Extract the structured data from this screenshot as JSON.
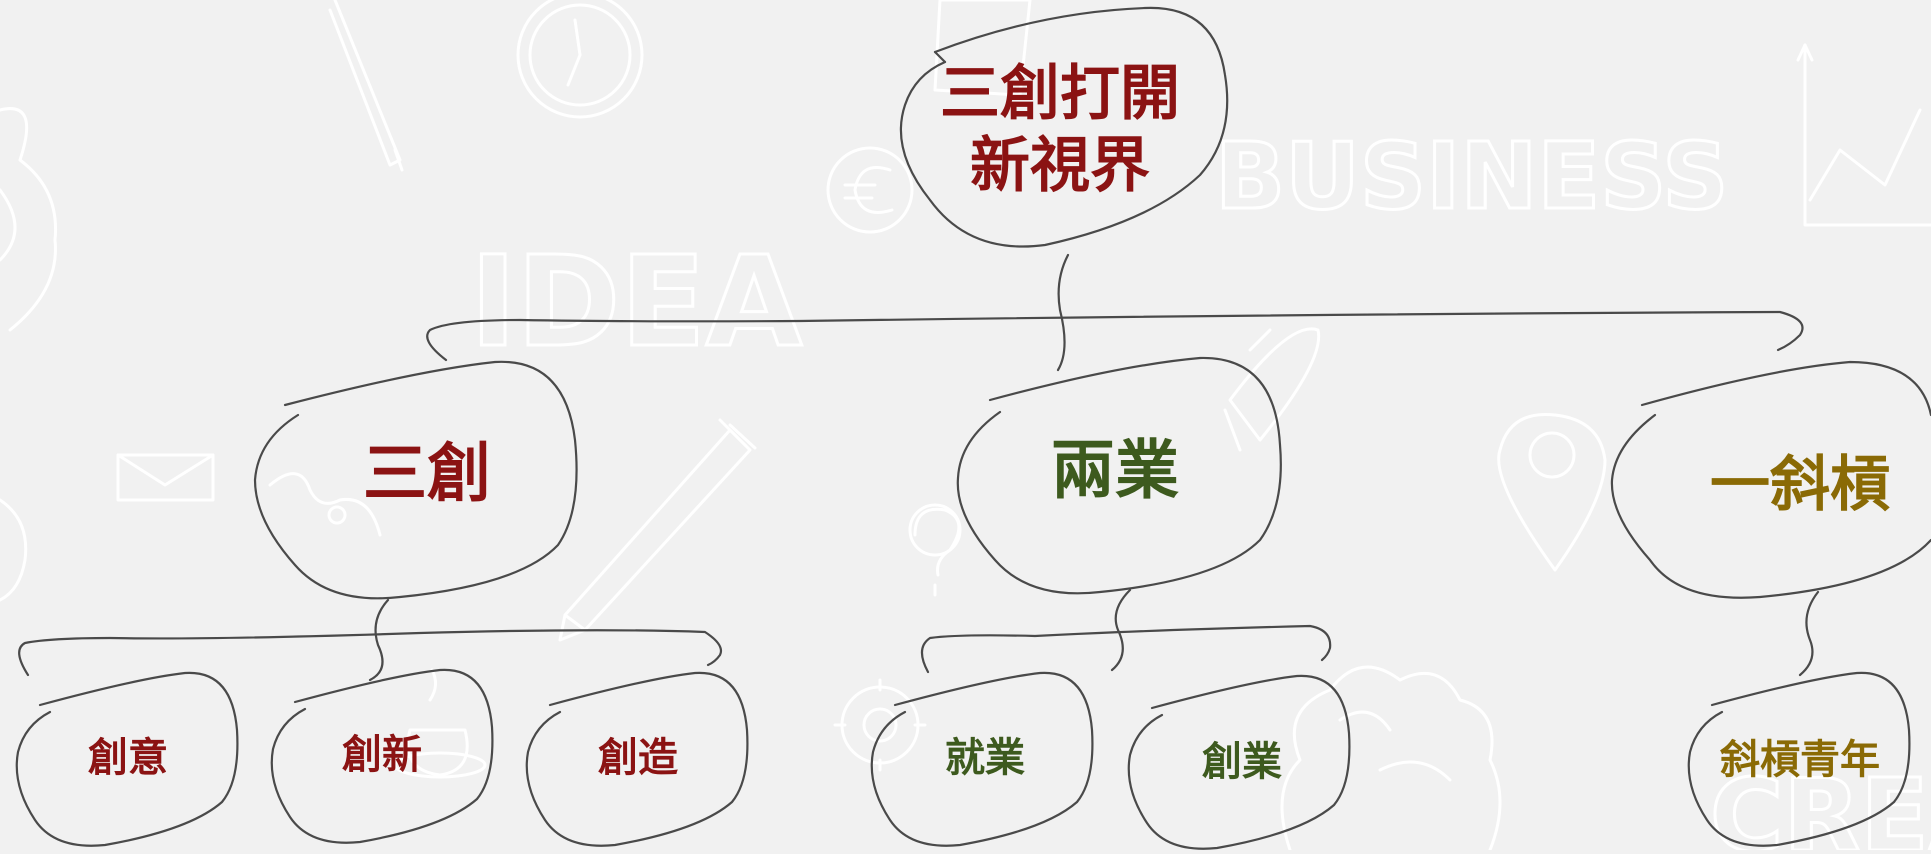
{
  "colors": {
    "background": "#f1f1f1",
    "outline": "#4a4a4a",
    "doodle": "#ffffff",
    "red": "#8b1313",
    "green": "#3d5a1e",
    "gold": "#8a6a05"
  },
  "background_words": {
    "business": "BUSINESS",
    "idea": "IDEA",
    "creative": "CREATIVE"
  },
  "root": {
    "line1": "三創打開",
    "line2": "新視界"
  },
  "branches": {
    "sanchuang": {
      "label": "三創",
      "children": [
        "創意",
        "創新",
        "創造"
      ]
    },
    "liangye": {
      "label": "兩業",
      "children": [
        "就業",
        "創業"
      ]
    },
    "xiegang": {
      "label": "一斜槓",
      "children": [
        "斜槓青年"
      ]
    }
  }
}
